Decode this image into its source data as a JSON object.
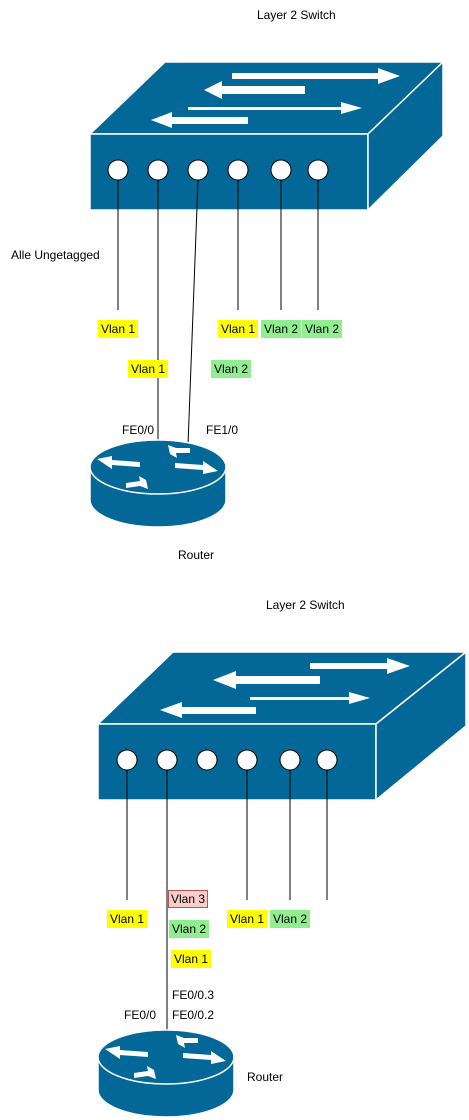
{
  "diagram1": {
    "switch_label": "Layer 2 Switch",
    "router_label": "Router",
    "note": "Alle Ungetagged",
    "port_fe00": "FE0/0",
    "port_fe10": "FE1/0",
    "tags": [
      "Vlan 1",
      "Vlan 1",
      "Vlan 1",
      "Vlan 2",
      "Vlan 2",
      "Vlan 2"
    ]
  },
  "diagram2": {
    "switch_label": "Layer 2 Switch",
    "router_label": "Router",
    "port_fe00": "FE0/0",
    "sub_fe03": "FE0/0.3",
    "sub_fe02": "FE0/0.2",
    "tags": [
      "Vlan 1",
      "Vlan 3",
      "Vlan 2",
      "Vlan 1",
      "Vlan 1",
      "Vlan 2"
    ]
  },
  "colors": {
    "device_fill": "#036897",
    "device_stroke": "#ffffff",
    "vlan1": "#ffff00",
    "vlan2": "#90ee90",
    "vlan3": "#f8cecc"
  }
}
